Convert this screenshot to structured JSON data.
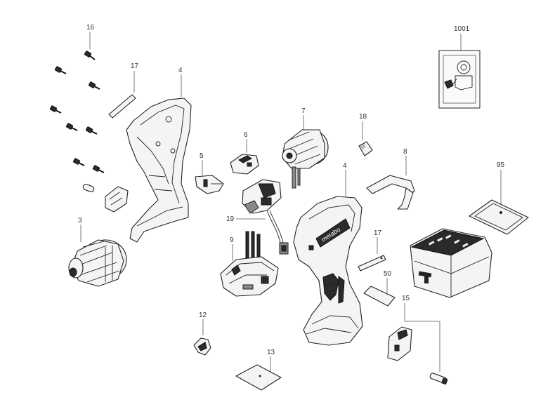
{
  "labels": {
    "p16": "16",
    "p17a": "17",
    "p4a": "4",
    "p1001": "1001",
    "p7": "7",
    "p6": "6",
    "p5": "5",
    "p18": "18",
    "p8": "8",
    "p95": "95",
    "p4b": "4",
    "p3": "3",
    "p19": "19",
    "p9": "9",
    "p17b": "17",
    "p50": "50",
    "p15": "15",
    "p12": "12",
    "p13": "13"
  },
  "housing_brand": "metabo"
}
